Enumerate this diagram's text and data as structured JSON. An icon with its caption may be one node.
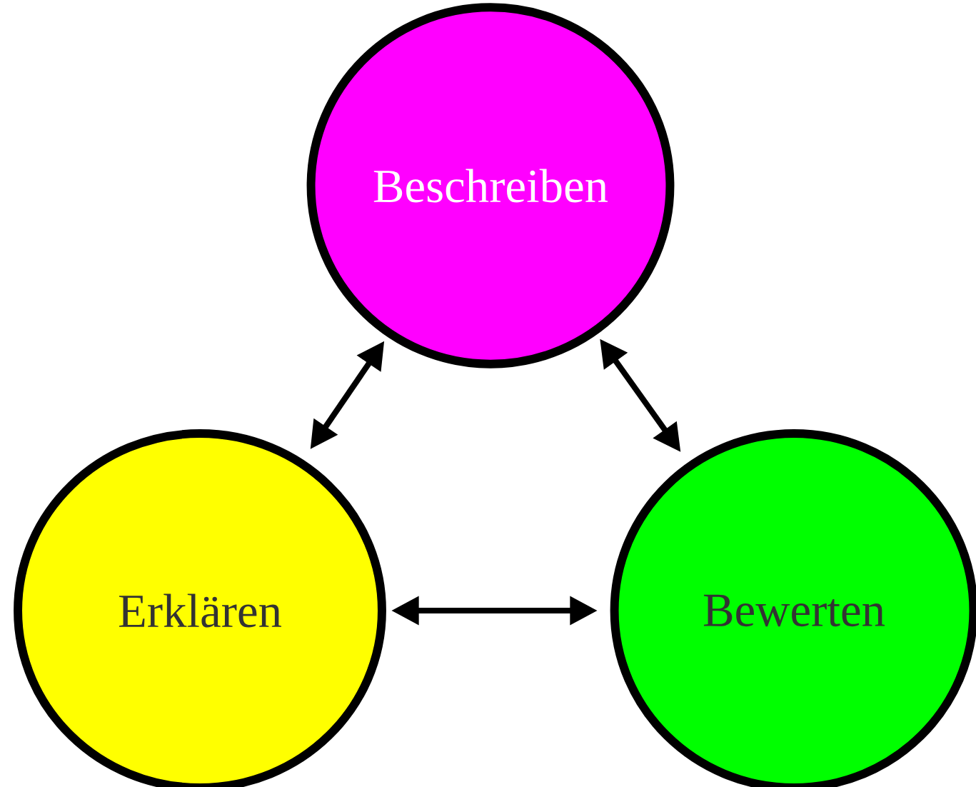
{
  "diagram": {
    "nodes": [
      {
        "text": [
          "Beschreiben"
        ]
      },
      {
        "text": [
          "Erklären"
        ]
      },
      {
        "text": [
          "Bewerten"
        ]
      }
    ],
    "edges": [
      {
        "from": 0,
        "to": 1,
        "arrow": "both"
      },
      {
        "from": 0,
        "to": 2,
        "arrow": "both"
      },
      {
        "from": 1,
        "to": 2,
        "arrow": "both"
      }
    ]
  }
}
